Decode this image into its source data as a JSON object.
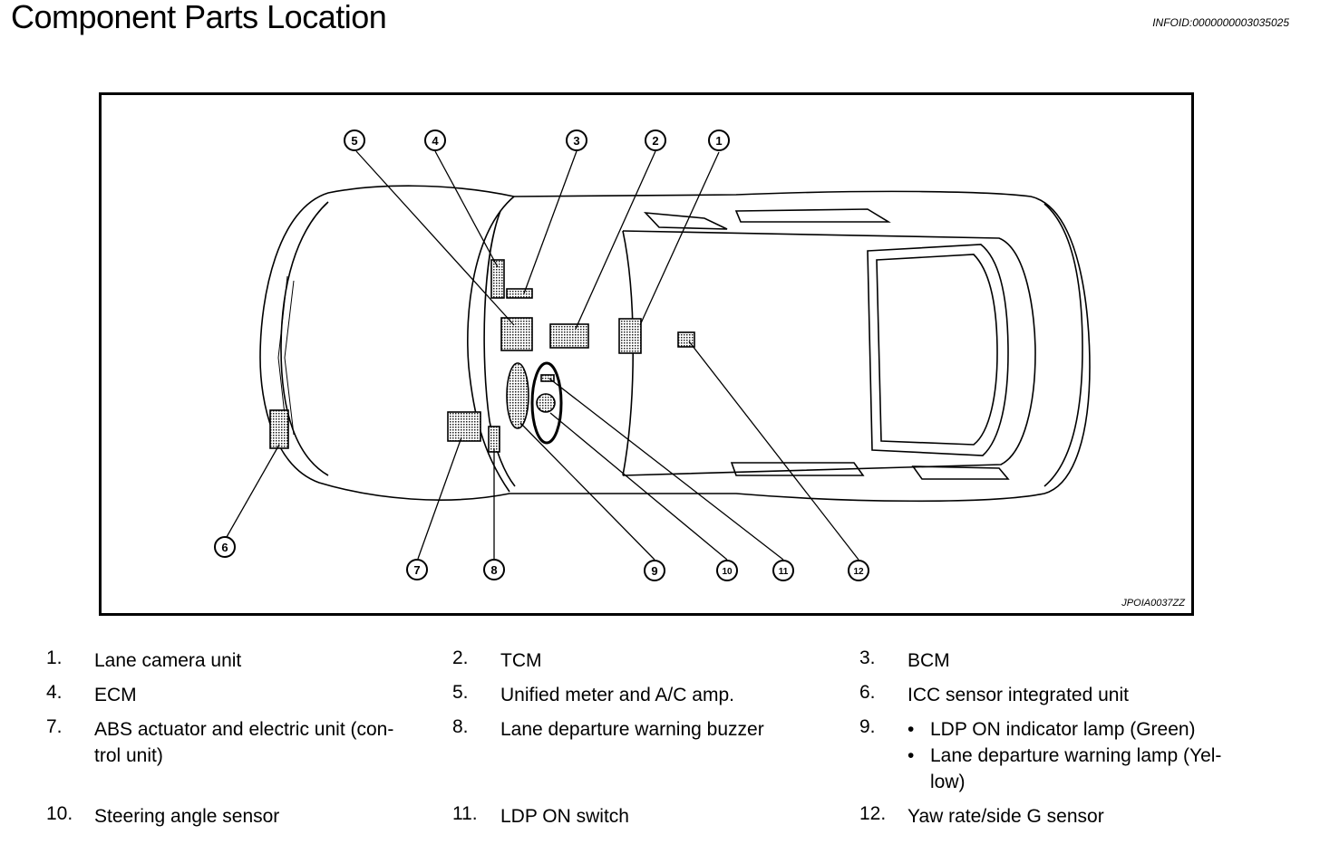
{
  "header": {
    "title": "Component Parts Location",
    "info_id": "INFOID:0000000003035025"
  },
  "figure": {
    "code": "JPOIA0037ZZ",
    "callouts": [
      "1",
      "2",
      "3",
      "4",
      "5",
      "6",
      "7",
      "8",
      "9",
      "10",
      "11",
      "12"
    ]
  },
  "legend": [
    {
      "num": "1.",
      "lines": [
        "Lane camera unit"
      ]
    },
    {
      "num": "2.",
      "lines": [
        "TCM"
      ]
    },
    {
      "num": "3.",
      "lines": [
        "BCM"
      ]
    },
    {
      "num": "4.",
      "lines": [
        "ECM"
      ]
    },
    {
      "num": "5.",
      "lines": [
        "Unified meter and A/C amp."
      ]
    },
    {
      "num": "6.",
      "lines": [
        "ICC sensor integrated unit"
      ]
    },
    {
      "num": "7.",
      "lines": [
        "ABS actuator and electric unit (con-",
        "trol unit)"
      ]
    },
    {
      "num": "8.",
      "lines": [
        "Lane departure warning buzzer"
      ]
    },
    {
      "num": "9.",
      "bullets": [
        {
          "lines": [
            "LDP ON indicator lamp (Green)"
          ]
        },
        {
          "lines": [
            "Lane departure warning lamp (Yel-",
            "low)"
          ]
        }
      ]
    },
    {
      "num": "10.",
      "lines": [
        "Steering angle sensor"
      ]
    },
    {
      "num": "11.",
      "lines": [
        "LDP ON switch"
      ]
    },
    {
      "num": "12.",
      "lines": [
        "Yaw rate/side G sensor"
      ]
    }
  ]
}
